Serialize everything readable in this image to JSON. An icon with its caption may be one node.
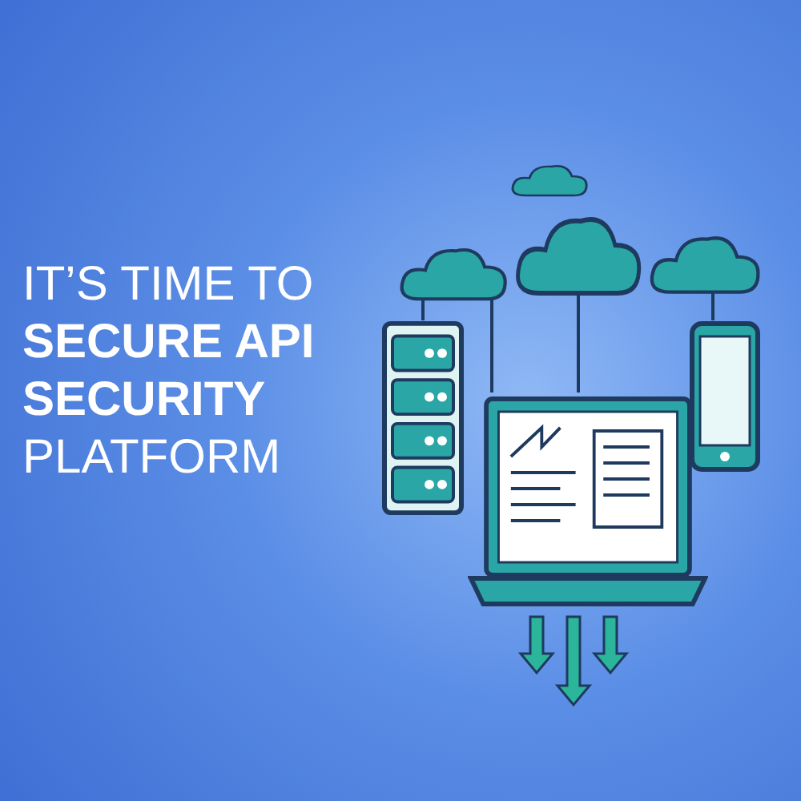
{
  "diagram": {
    "title": "IT’S TIME TO **SECURE API SECURITY** PLATFORM",
    "nodes": [
      {
        "text": [],
        "shape": "cloud"
      },
      {
        "text": [],
        "shape": "cloud"
      },
      {
        "text": [],
        "shape": "cloud"
      },
      {
        "text": [],
        "shape": "cloud"
      },
      {
        "text": [],
        "shape": "server"
      },
      {
        "text": [],
        "shape": "phone"
      },
      {
        "text": [],
        "shape": "laptop"
      }
    ],
    "edges": [
      {
        "from": 4,
        "to": 1,
        "arrow": "none"
      },
      {
        "from": 1,
        "to": 6,
        "arrow": "none"
      },
      {
        "from": 2,
        "to": 6,
        "arrow": "none"
      },
      {
        "from": 3,
        "to": 5,
        "arrow": "none"
      }
    ]
  }
}
